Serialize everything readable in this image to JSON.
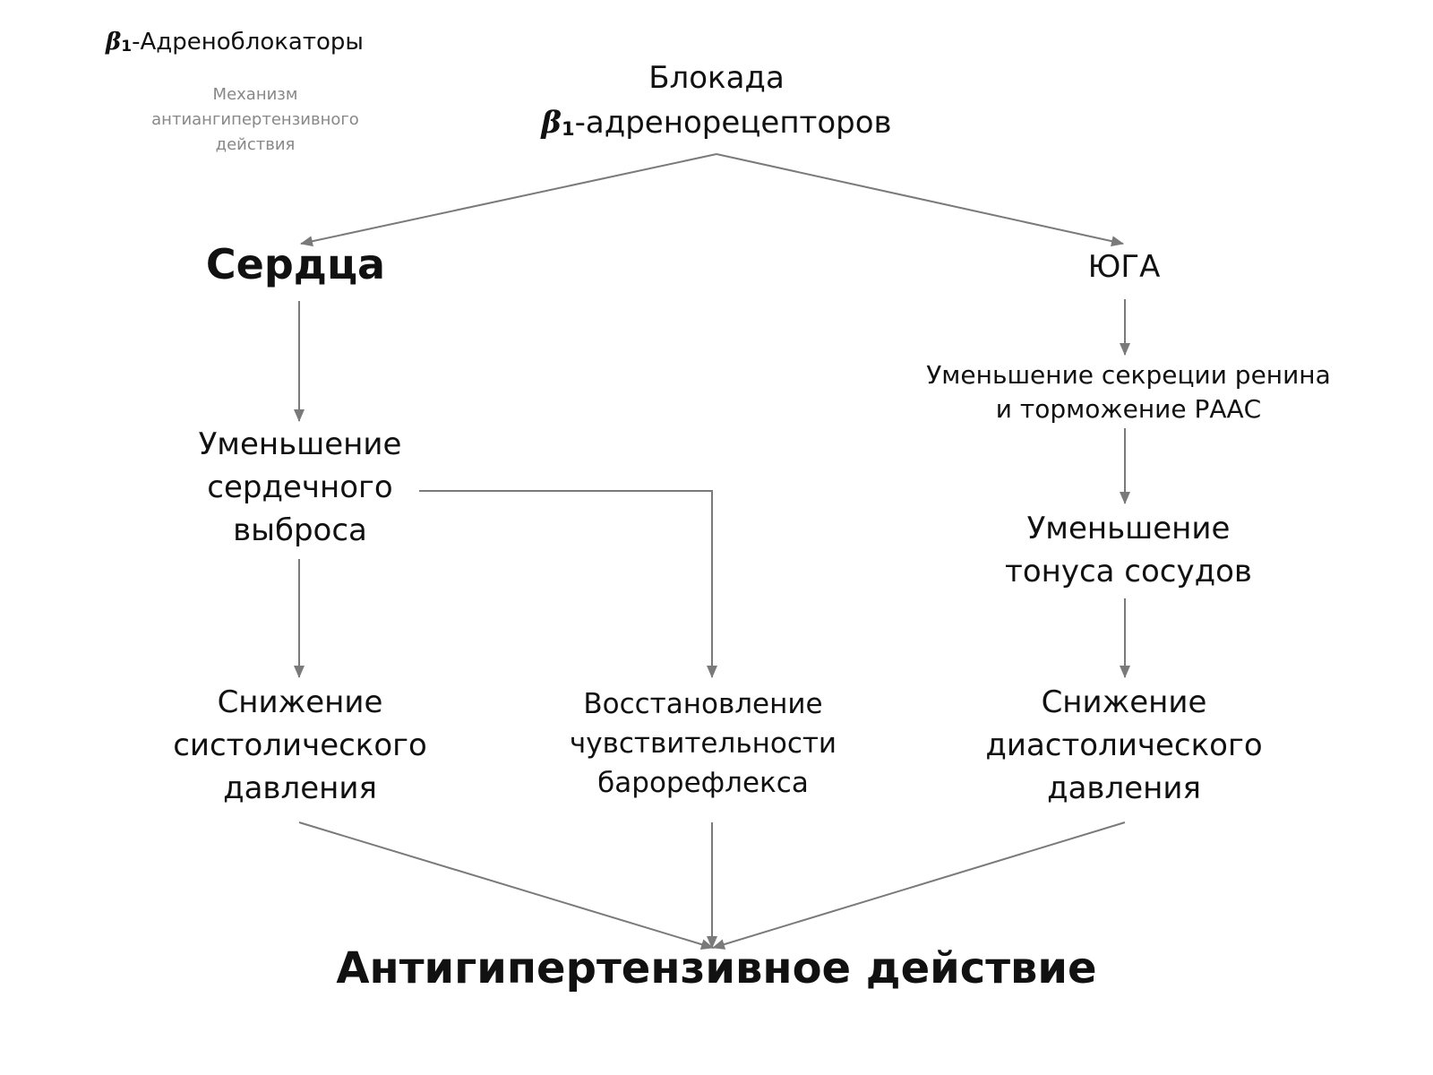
{
  "corner": {
    "title_beta": "β",
    "title_sub": "1",
    "title_rest": "-Адреноблокаторы",
    "subtitle_lines": [
      "Механизм",
      "антиангипертензивного",
      "действия"
    ]
  },
  "nodes": {
    "top_line1": "Блокада",
    "top_beta": "β",
    "top_sub": "1",
    "top_line2_rest": "-адренорецепторов",
    "heart": "Сердца",
    "juga": "ЮГА",
    "renin_line1": "Уменьшение секреции ренина",
    "renin_line2": "и торможение РААС",
    "cardiac_line1": "Уменьшение",
    "cardiac_line2": "сердечного",
    "cardiac_line3": "выброса",
    "tone_line1": "Уменьшение",
    "tone_line2": "тонуса сосудов",
    "sys_line1": "Снижение",
    "sys_line2": "систолического",
    "sys_line3": "давления",
    "baro_line1": "Восстановление",
    "baro_line2": "чувствительности",
    "baro_line3": "барорефлекса",
    "dia_line1": "Снижение",
    "dia_line2": "диастолического",
    "dia_line3": "давления",
    "bottom": "Антигипертензивное действие"
  },
  "colors": {
    "arrow": "#7a7a7a",
    "text": "#111111",
    "subtitle": "#888888"
  }
}
